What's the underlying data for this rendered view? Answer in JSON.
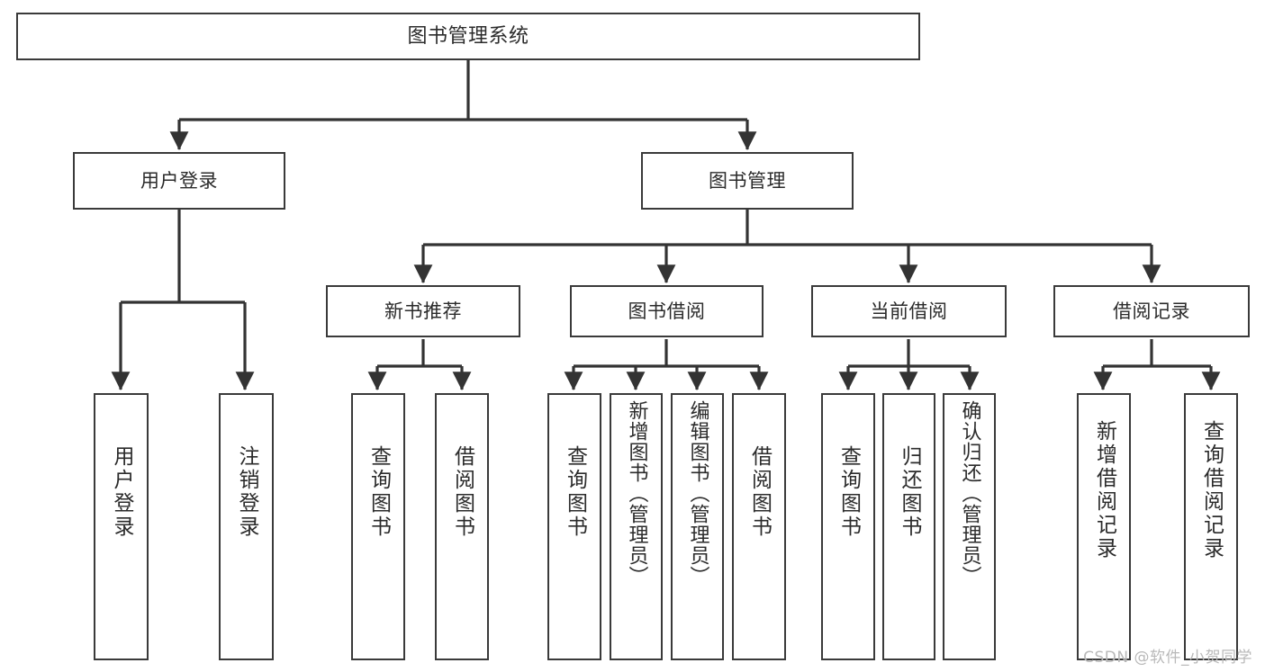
{
  "diagram": {
    "type": "tree-hierarchy",
    "title": "图书管理系统",
    "watermark": "CSDN @软件_小贺同学",
    "colors": {
      "box_border": "#3a3a3a",
      "box_fill": "#ffffff",
      "connector": "#333333",
      "text": "#2b2b2b",
      "watermark": "#b9b9b9"
    },
    "nodes": {
      "root": {
        "label": "图书管理系统"
      },
      "level2": [
        {
          "label": "用户登录"
        },
        {
          "label": "图书管理"
        }
      ],
      "level3": [
        {
          "label": "新书推荐"
        },
        {
          "label": "图书借阅"
        },
        {
          "label": "当前借阅"
        },
        {
          "label": "借阅记录"
        }
      ],
      "leaves": {
        "user_login": [
          {
            "label": "用户登录"
          },
          {
            "label": "注销登录"
          }
        ],
        "new_book": [
          {
            "label": "查询图书"
          },
          {
            "label": "借阅图书"
          }
        ],
        "borrow_book": [
          {
            "label": "查询图书"
          },
          {
            "label": "新增图书（管理员）"
          },
          {
            "label": "编辑图书（管理员）"
          },
          {
            "label": "借阅图书"
          }
        ],
        "current_borrow": [
          {
            "label": "查询图书"
          },
          {
            "label": "归还图书"
          },
          {
            "label": "确认归还（管理员）"
          }
        ],
        "borrow_record": [
          {
            "label": "新增借阅记录"
          },
          {
            "label": "查询借阅记录"
          }
        ]
      }
    },
    "edges": [
      {
        "from": "图书管理系统",
        "to": "用户登录"
      },
      {
        "from": "图书管理系统",
        "to": "图书管理"
      },
      {
        "from": "图书管理",
        "to": "新书推荐"
      },
      {
        "from": "图书管理",
        "to": "图书借阅"
      },
      {
        "from": "图书管理",
        "to": "当前借阅"
      },
      {
        "from": "图书管理",
        "to": "借阅记录"
      },
      {
        "from": "用户登录",
        "to": "用户登录"
      },
      {
        "from": "用户登录",
        "to": "注销登录"
      },
      {
        "from": "新书推荐",
        "to": "查询图书"
      },
      {
        "from": "新书推荐",
        "to": "借阅图书"
      },
      {
        "from": "图书借阅",
        "to": "查询图书"
      },
      {
        "from": "图书借阅",
        "to": "新增图书（管理员）"
      },
      {
        "from": "图书借阅",
        "to": "编辑图书（管理员）"
      },
      {
        "from": "图书借阅",
        "to": "借阅图书"
      },
      {
        "from": "当前借阅",
        "to": "查询图书"
      },
      {
        "from": "当前借阅",
        "to": "归还图书"
      },
      {
        "from": "当前借阅",
        "to": "确认归还（管理员）"
      },
      {
        "from": "借阅记录",
        "to": "新增借阅记录"
      },
      {
        "from": "借阅记录",
        "to": "查询借阅记录"
      }
    ]
  }
}
